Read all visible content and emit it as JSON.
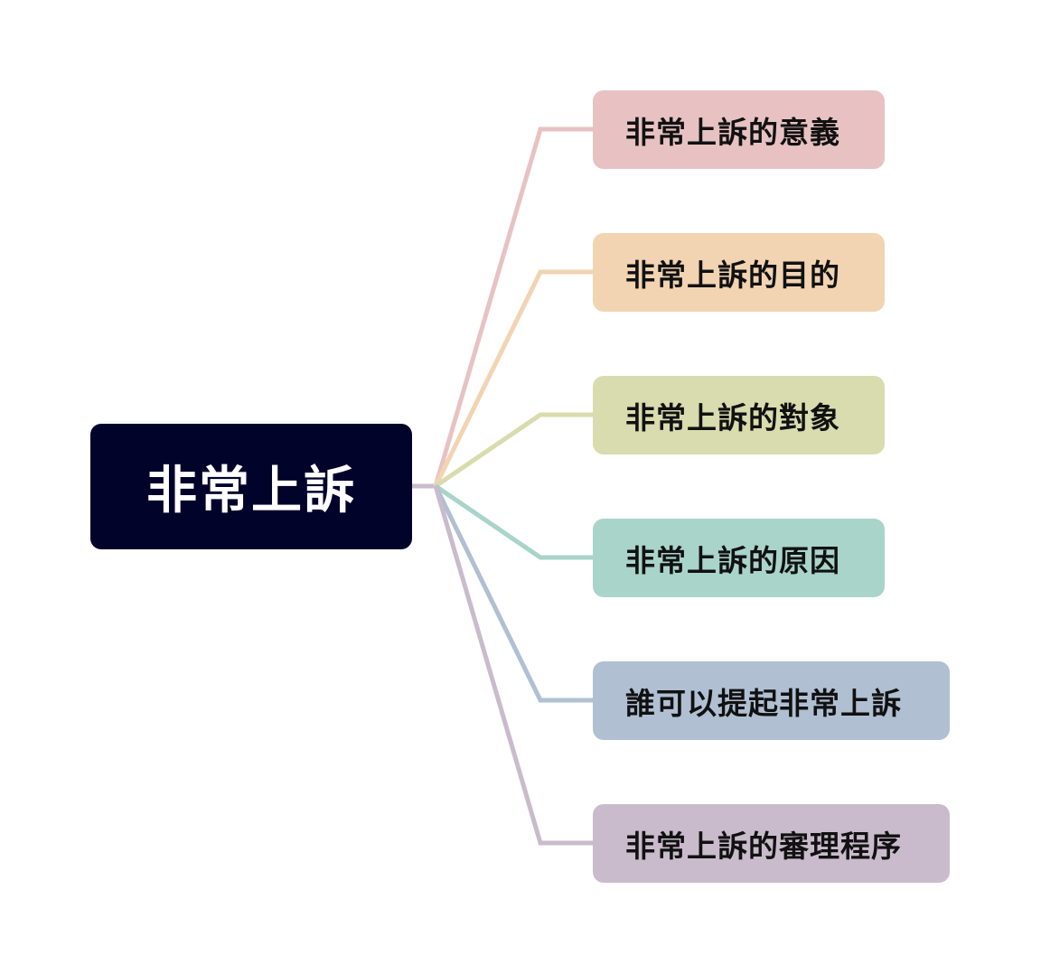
{
  "root": {
    "label": "非常上訴",
    "color": "#02032b",
    "text_color": "#ffffff"
  },
  "branches": [
    {
      "label": "非常上訴的意義",
      "color": "#e8c2c2"
    },
    {
      "label": "非常上訴的目的",
      "color": "#f2d4b2"
    },
    {
      "label": "非常上訴的對象",
      "color": "#d8dcae"
    },
    {
      "label": "非常上訴的原因",
      "color": "#a9d4c9"
    },
    {
      "label": "誰可以提起非常上訴",
      "color": "#b0c0d2"
    },
    {
      "label": "非常上訴的審理程序",
      "color": "#c9bbcc"
    }
  ]
}
